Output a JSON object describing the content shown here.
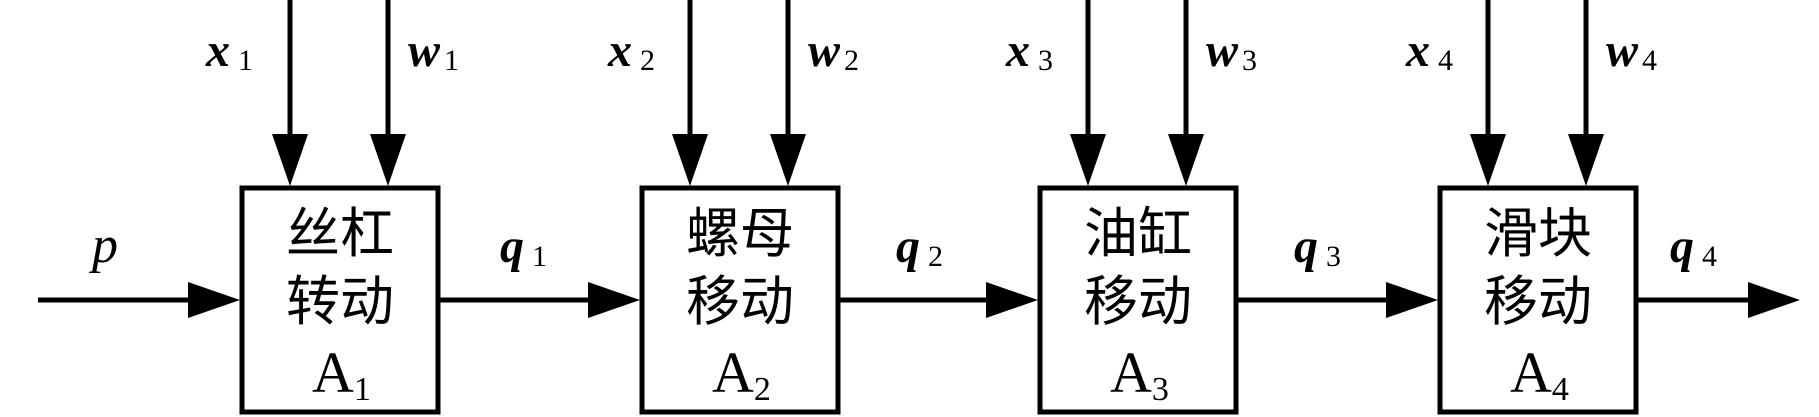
{
  "blocks": [
    {
      "line1": "丝杠",
      "line2": "转动",
      "label": "A",
      "label_sub": "1",
      "in_x": "x",
      "in_x_sub": "1",
      "in_w": "w",
      "in_w_sub": "1",
      "out": "q",
      "out_sub": "1"
    },
    {
      "line1": "螺母",
      "line2": "移动",
      "label": "A",
      "label_sub": "2",
      "in_x": "x",
      "in_x_sub": "2",
      "in_w": "w",
      "in_w_sub": "2",
      "out": "q",
      "out_sub": "2"
    },
    {
      "line1": "油缸",
      "line2": "移动",
      "label": "A",
      "label_sub": "3",
      "in_x": "x",
      "in_x_sub": "3",
      "in_w": "w",
      "in_w_sub": "3",
      "out": "q",
      "out_sub": "3"
    },
    {
      "line1": "滑块",
      "line2": "移动",
      "label": "A",
      "label_sub": "4",
      "in_x": "x",
      "in_x_sub": "4",
      "in_w": "w",
      "in_w_sub": "4",
      "out": "q",
      "out_sub": "4"
    }
  ],
  "input": {
    "label": "p"
  }
}
